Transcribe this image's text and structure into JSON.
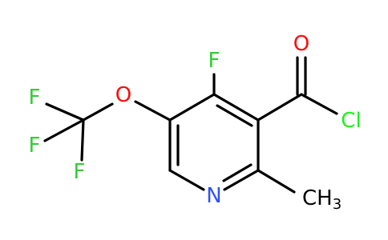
{
  "colors": {
    "bond": "#000000",
    "F": "#33CC33",
    "O": "#FF0D0D",
    "N": "#3050F8",
    "Cl": "#1FF01F",
    "C": "#000000"
  },
  "atoms": {
    "F_ring": "F",
    "O_ether": "O",
    "F_cf3_top": "F",
    "F_cf3_mid": "F",
    "F_cf3_bottom": "F",
    "O_carbonyl": "O",
    "Cl": "Cl",
    "N": "N",
    "methyl_C": "C",
    "methyl_H": "H",
    "methyl_subscript": "3"
  }
}
